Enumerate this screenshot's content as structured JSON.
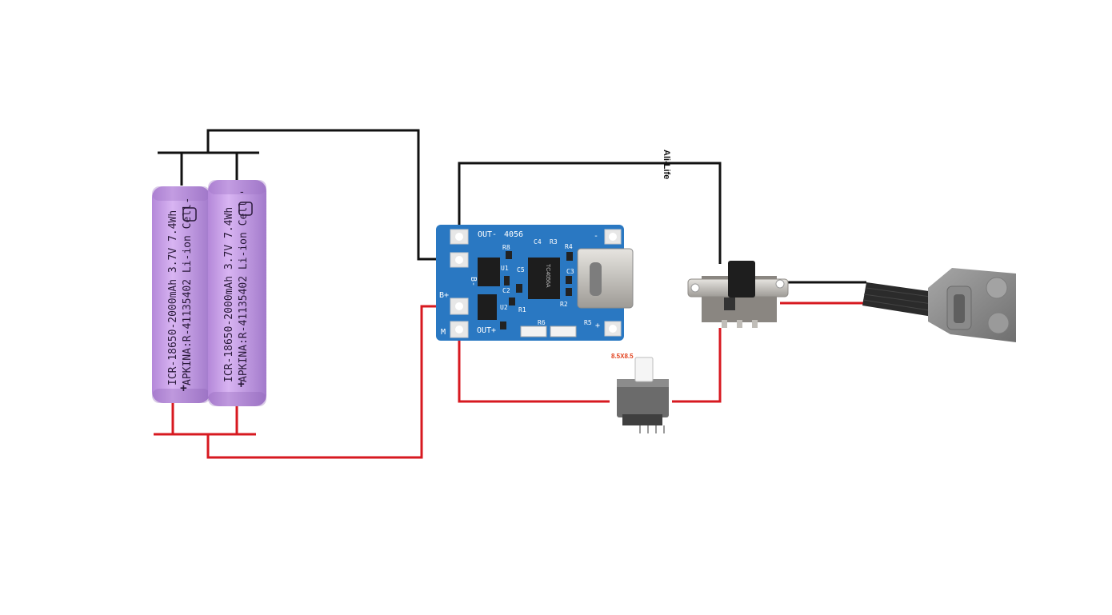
{
  "diagram": {
    "colors": {
      "wire_black": "#111111",
      "wire_red": "#d71920",
      "battery_body": "#c79be6",
      "battery_shade": "#a97cd0",
      "pcb_blue": "#2a78c2",
      "chip": "#1d1d1d",
      "switch_metal": "#c8c6c2",
      "lego_gray": "#8d8d8d",
      "note_red": "#e2431f"
    },
    "batteries": [
      {
        "line1": "ICR-18650-2000mAh 3.7V 7.4Wh",
        "line2": "APKINA:R-41135402 Li-ion Cell",
        "plus": "+",
        "minus": "-"
      },
      {
        "line1": "ICR-18650-2000mAh 3.7V 7.4Wh",
        "line2": "APKINA:R-41135402 Li-ion Cell",
        "plus": "+",
        "minus": "-"
      }
    ],
    "charger_board": {
      "model": "4056",
      "pads": {
        "out_minus": "OUT-",
        "b_minus": "B-",
        "b_plus": "B+",
        "out_plus": "OUT+",
        "minus": "-",
        "plus": "+",
        "m": "M"
      },
      "parts": {
        "c4": "C4",
        "r3": "R3",
        "r4": "R4",
        "r8": "R8",
        "u1": "U1",
        "c2": "C2",
        "c3": "C3",
        "c5": "C5",
        "u2": "U2",
        "r1": "R1",
        "r2": "R2",
        "r5": "R5",
        "r6": "R6"
      },
      "chip_text": "TC4056A"
    },
    "push_button": {
      "size_label": "8.5X8.5"
    },
    "annotation": "Ali-Life"
  }
}
